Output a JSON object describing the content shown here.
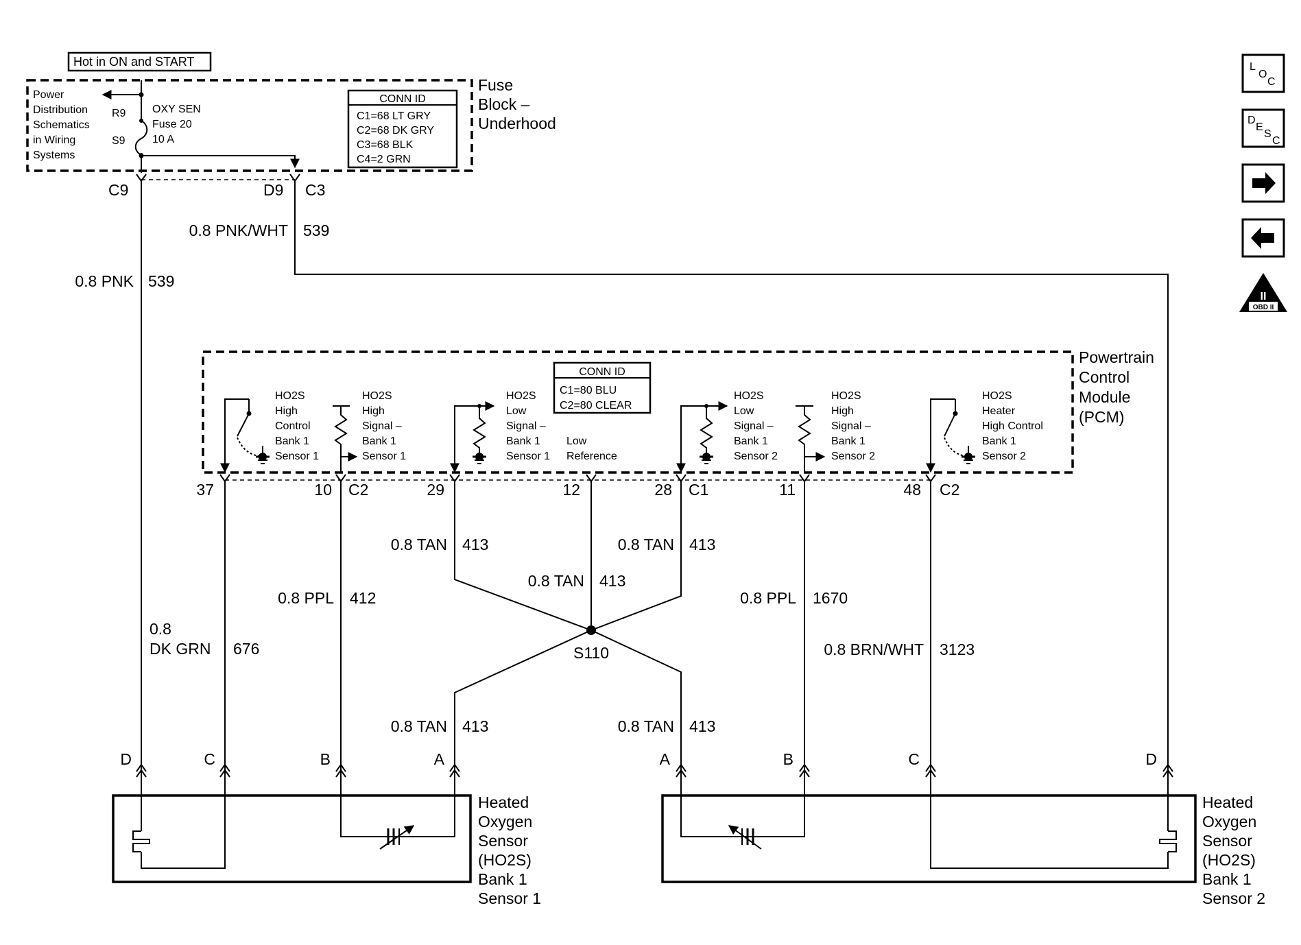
{
  "power_label": "Hot in ON and START",
  "fuse_block": {
    "title_lines": [
      "Fuse",
      "Block –",
      "Underhood"
    ],
    "ref_lines": [
      "Power",
      "Distribution",
      "Schematics",
      "in Wiring",
      "Systems"
    ],
    "fuse_lines": [
      "OXY SEN",
      "Fuse 20",
      "10 A"
    ],
    "r_pin": "R9",
    "s_pin": "S9",
    "conn_id_title": "CONN ID",
    "conn_ids": [
      "C1=68 LT GRY",
      "C2=68 DK GRY",
      "C3=68 BLK",
      "C4=2 GRN"
    ],
    "pin_left": "C9",
    "pin_right": "D9",
    "conn_right": "C3"
  },
  "wires": {
    "pnk_size": "0.8 PNK",
    "pnk_circuit": "539",
    "pnkwht_size": "0.8 PNK/WHT",
    "pnkwht_circuit": "539",
    "dkgrn_size_1": "0.8",
    "dkgrn_size_2": "DK GRN",
    "dkgrn_circuit": "676",
    "ppl1_size": "0.8 PPL",
    "ppl1_circuit": "412",
    "tan_size": "0.8 TAN",
    "tan_circuit": "413",
    "ppl2_size": "0.8 PPL",
    "ppl2_circuit": "1670",
    "brnwht_size": "0.8 BRN/WHT",
    "brnwht_circuit": "3123",
    "splice": "S110"
  },
  "pcm": {
    "title_lines": [
      "Powertrain",
      "Control",
      "Module",
      "(PCM)"
    ],
    "conn_id_title": "CONN ID",
    "conn_ids": [
      "C1=80 BLU",
      "C2=80 CLEAR"
    ],
    "circuits": [
      [
        "HO2S",
        "High",
        "Control",
        "Bank 1",
        "Sensor 1"
      ],
      [
        "HO2S",
        "High",
        "Signal –",
        "Bank 1",
        "Sensor 1"
      ],
      [
        "HO2S",
        "Low",
        "Signal –",
        "Bank 1",
        "Sensor 1"
      ],
      [
        "Low",
        "Reference"
      ],
      [
        "HO2S",
        "Low",
        "Signal –",
        "Bank 1",
        "Sensor 2"
      ],
      [
        "HO2S",
        "High",
        "Signal –",
        "Bank 1",
        "Sensor 2"
      ],
      [
        "HO2S",
        "Heater",
        "High Control",
        "Bank 1",
        "Sensor 2"
      ]
    ],
    "pins": [
      "37",
      "10",
      "29",
      "12",
      "28",
      "11",
      "48"
    ],
    "conn_c2_left": "C2",
    "conn_c1": "C1",
    "conn_c2_right": "C2"
  },
  "sensor1": {
    "title_lines": [
      "Heated",
      "Oxygen",
      "Sensor",
      "(HO2S)",
      "Bank 1",
      "Sensor 1"
    ],
    "pins": [
      "D",
      "C",
      "B",
      "A"
    ]
  },
  "sensor2": {
    "title_lines": [
      "Heated",
      "Oxygen",
      "Sensor",
      "(HO2S)",
      "Bank 1",
      "Sensor 2"
    ],
    "pins": [
      "A",
      "B",
      "C",
      "D"
    ]
  },
  "nav": {
    "loc_letters": [
      "L",
      "O",
      "C"
    ],
    "desc_letters": [
      "D",
      "E",
      "S",
      "C"
    ],
    "obd_roman": "II",
    "obd_label": "OBD II"
  }
}
